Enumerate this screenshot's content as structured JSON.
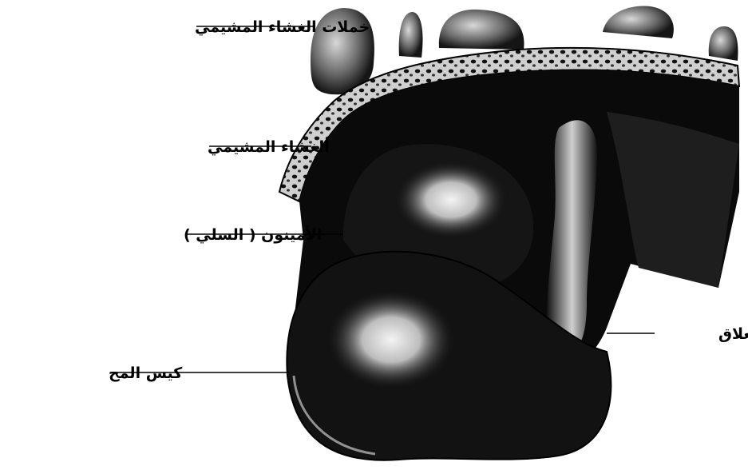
{
  "labels": {
    "chorionic_villi": "خملات الغشاء المشيمي",
    "chorion": "الغشاء المشيمي",
    "amnion": "الأمينون ( السلي )",
    "yolk_sac": "كيس المح",
    "connecting_stalk": "المعلاق"
  },
  "colors": {
    "ink": "#000000",
    "paper": "#ffffff",
    "highlight": "#e6e6e6"
  }
}
